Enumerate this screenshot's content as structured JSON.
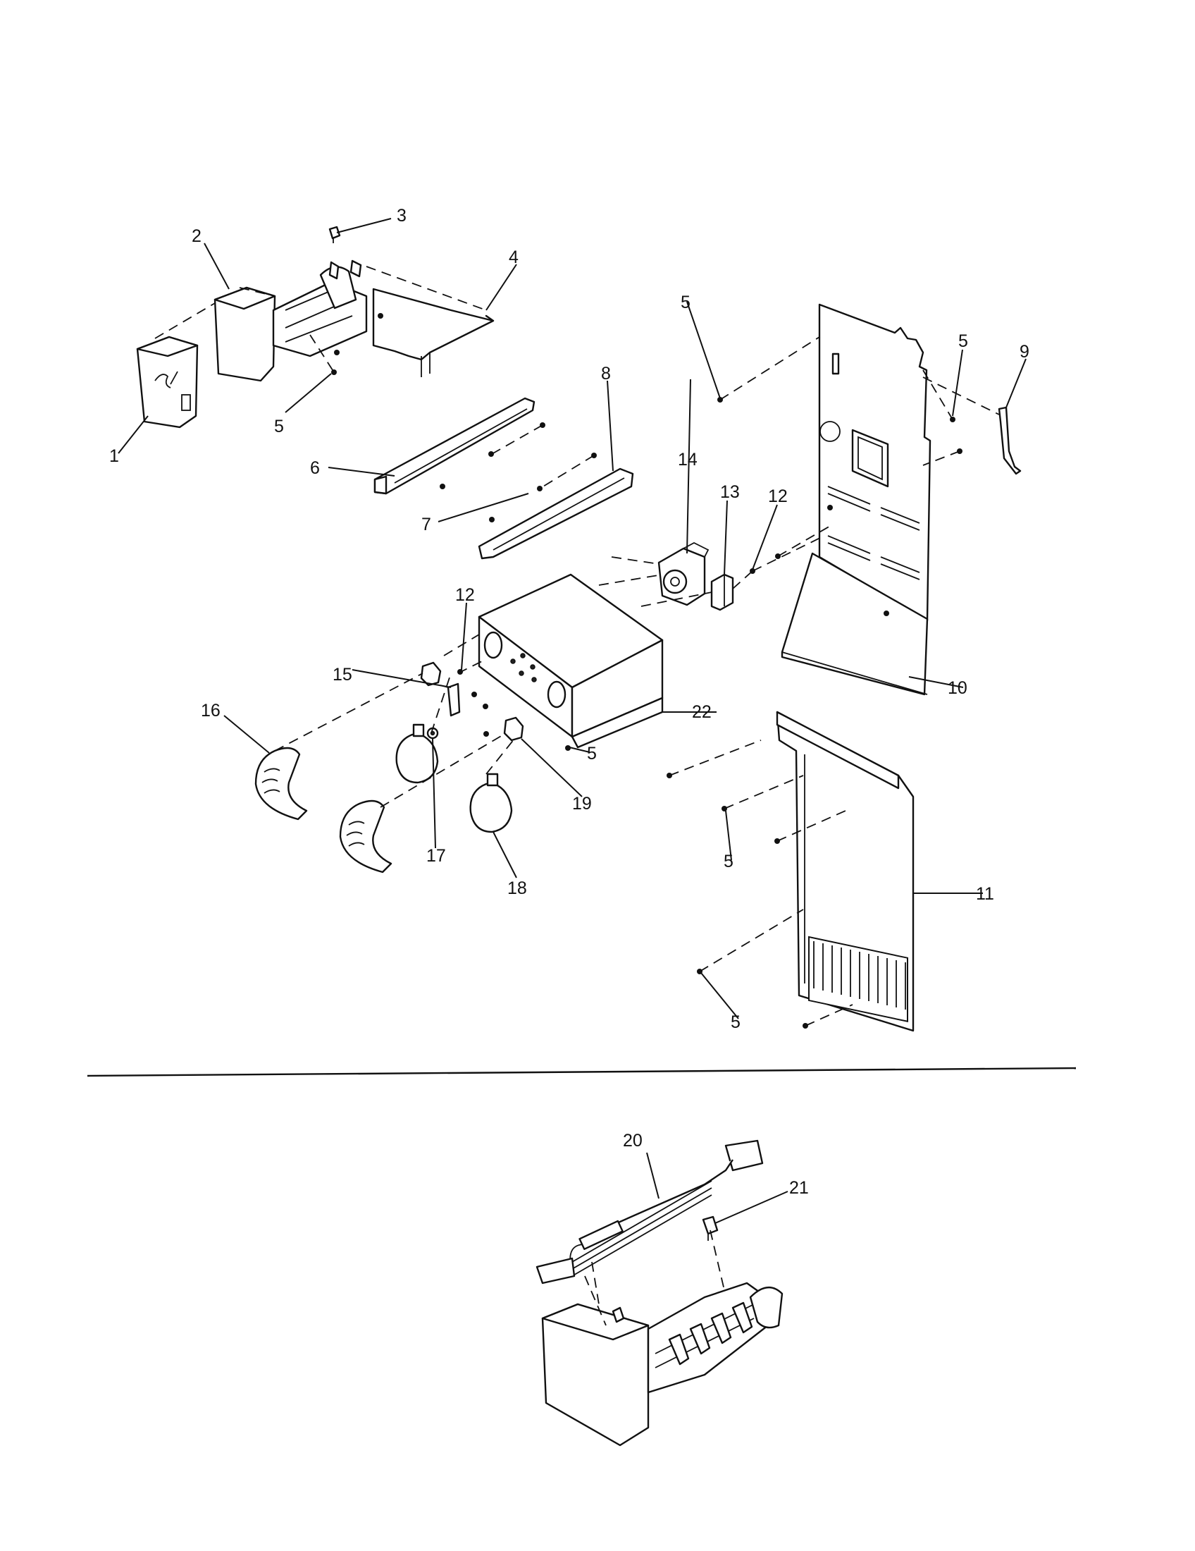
{
  "callouts": {
    "p1": "1",
    "p2": "2",
    "p3": "3",
    "p4": "4",
    "p5a": "5",
    "p5b": "5",
    "p5c": "5",
    "p5d": "5",
    "p5e": "5",
    "p5f": "5",
    "p6": "6",
    "p7": "7",
    "p8": "8",
    "p9": "9",
    "p10": "10",
    "p11": "11",
    "p12a": "12",
    "p12b": "12",
    "p13": "13",
    "p14": "14",
    "p15": "15",
    "p16": "16",
    "p17": "17",
    "p18": "18",
    "p19": "19",
    "p20": "20",
    "p21": "21",
    "p22": "22"
  }
}
